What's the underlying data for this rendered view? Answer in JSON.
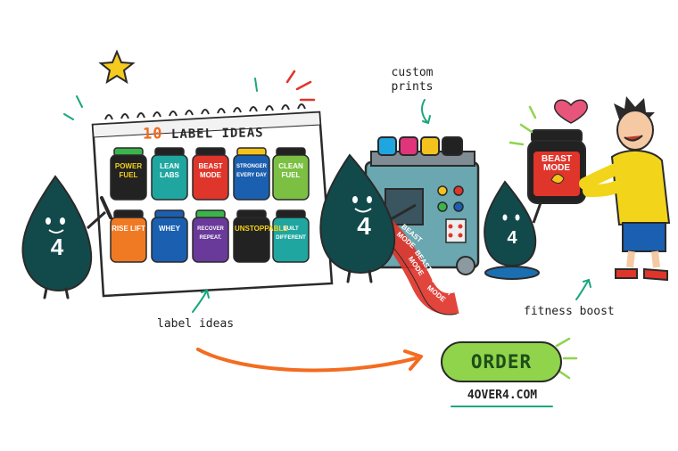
{
  "calendar": {
    "title_number": "10",
    "title_rest": "LABEL IDEAS"
  },
  "jars": [
    {
      "label": "POWER FUEL",
      "lid": "#3bb54a",
      "bg": "#222222",
      "fg": "#f5d21a"
    },
    {
      "label": "LEAN LABS",
      "lid": "#222222",
      "bg": "#1fa6a0",
      "fg": "#ffffff"
    },
    {
      "label": "BEAST MODE",
      "lid": "#222222",
      "bg": "#e0352a",
      "fg": "#ffffff"
    },
    {
      "label": "STRONGER EVERY DAY",
      "lid": "#f4c21c",
      "bg": "#1b5fb0",
      "fg": "#ffffff"
    },
    {
      "label": "CLEAN FUEL",
      "lid": "#222222",
      "bg": "#7bc043",
      "fg": "#ffffff"
    },
    {
      "label": "RISE LIFT",
      "lid": "#222222",
      "bg": "#f07a23",
      "fg": "#ffffff"
    },
    {
      "label": "WHEY",
      "lid": "#1b5fb0",
      "bg": "#1b5fb0",
      "fg": "#ffffff"
    },
    {
      "label": "RECOVER REPEAT.",
      "lid": "#3bb54a",
      "bg": "#6a3a9a",
      "fg": "#ffffff"
    },
    {
      "label": "UNSTOPPABLE",
      "lid": "#222222",
      "bg": "#222222",
      "fg": "#f5d21a"
    },
    {
      "label": "BUILT DIFFERENT",
      "lid": "#222222",
      "bg": "#1fa6a0",
      "fg": "#ffffff"
    }
  ],
  "machine_labels": [
    "BEAST MODE",
    "BEAST MODE",
    "BEAST MODE"
  ],
  "held_jar_label": "BEAST MODE",
  "mascot_number": "4",
  "annotations": {
    "custom_prints": [
      "custom",
      "prints"
    ],
    "label_ideas": "label ideas",
    "fitness_boost": "fitness boost"
  },
  "cta": {
    "button": "ORDER",
    "url": "4OVER4.COM"
  },
  "colors": {
    "mascot": "#124a4c",
    "accent_orange": "#f36c21",
    "button_green": "#8fd44a",
    "teal": "#1aa67f"
  }
}
